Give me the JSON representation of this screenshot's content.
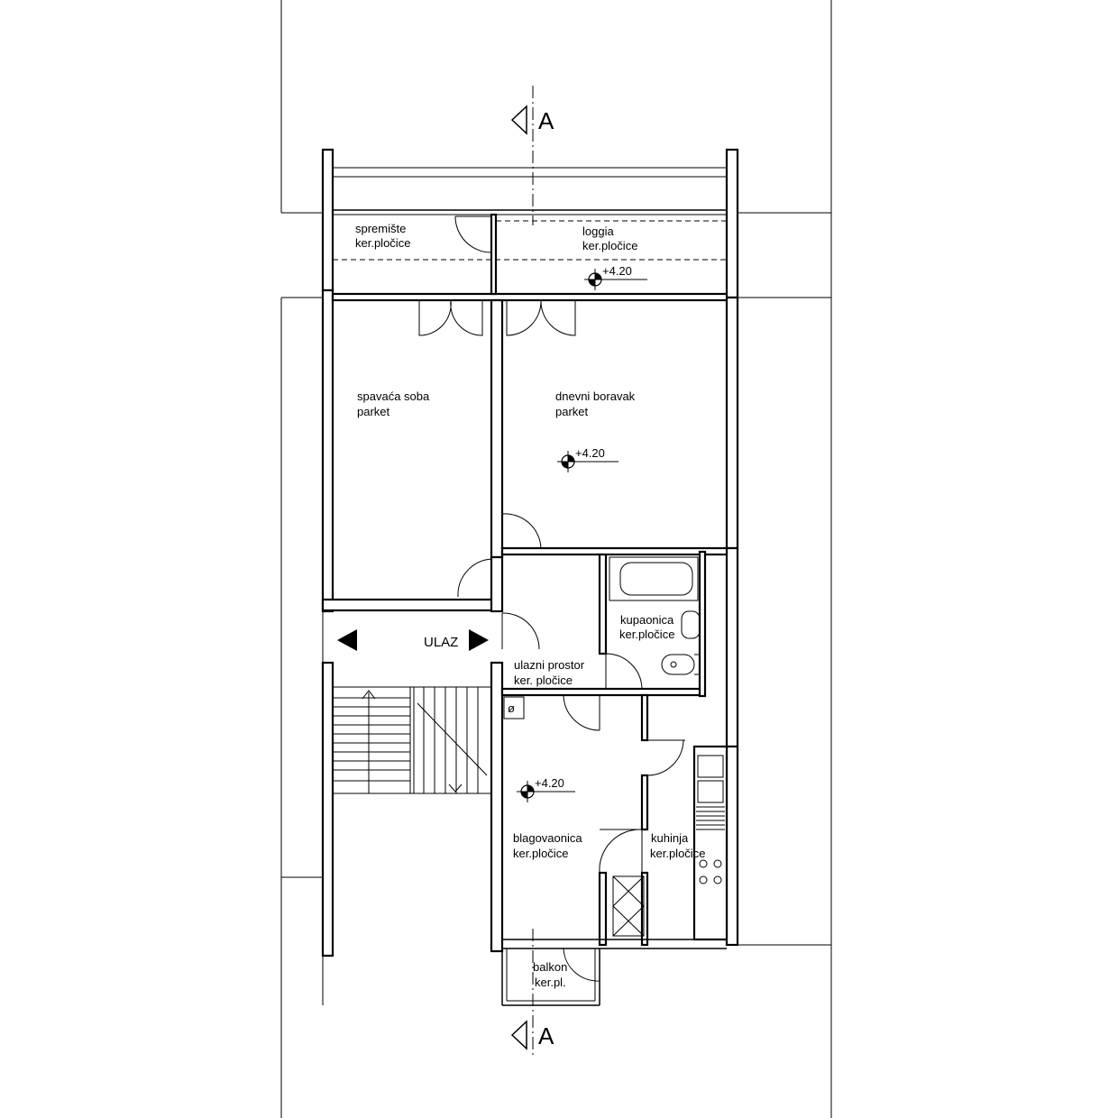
{
  "section_markers": {
    "top": "A",
    "bottom": "A"
  },
  "entrance": {
    "label": "ULAZ"
  },
  "rooms": [
    {
      "id": "spremiste",
      "name": "spremište",
      "floor": "ker.pločice"
    },
    {
      "id": "loggia",
      "name": "loggia",
      "floor": "ker.pločice"
    },
    {
      "id": "spavaca",
      "name": "spavaća soba",
      "floor": "parket"
    },
    {
      "id": "dnevni",
      "name": "dnevni boravak",
      "floor": "parket"
    },
    {
      "id": "kupaonica",
      "name": "kupaonica",
      "floor": "ker.pločice"
    },
    {
      "id": "ulazni",
      "name": "ulazni prostor",
      "floor": "ker. pločice"
    },
    {
      "id": "blagovaonica",
      "name": "blagovaonica",
      "floor": "ker.pločice"
    },
    {
      "id": "kuhinja",
      "name": "kuhinja",
      "floor": "ker.pločice"
    },
    {
      "id": "balkon",
      "name": "balkon",
      "floor": "ker.pl."
    }
  ],
  "elevations": [
    {
      "id": "loggia",
      "value": "+4.20"
    },
    {
      "id": "dnevni",
      "value": "+4.20"
    },
    {
      "id": "blagovaonica",
      "value": "+4.20"
    }
  ],
  "symbols": {
    "chimney": "ø"
  }
}
